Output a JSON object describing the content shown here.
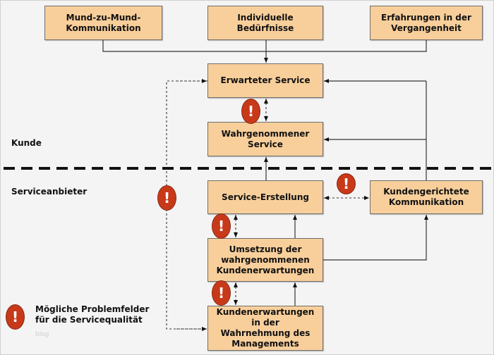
{
  "boxes": {
    "word_of_mouth": "Mund-zu-Mund-\nKommunikation",
    "personal_needs": "Individuelle\nBedürfnisse",
    "past_experience": "Erfahrungen in der\nVergangenheit",
    "expected_service": "Erwarteter Service",
    "perceived_service": "Wahrgenommener\nService",
    "service_delivery": "Service-Erstellung",
    "customer_communication": "Kundengerichtete\nKommunikation",
    "translation": "Umsetzung der\nwahrgenommenen\nKundenerwartungen",
    "management_perception": "Kundenerwartungen\nin der\nWahrnehmung des\nManagements"
  },
  "zones": {
    "customer": "Kunde",
    "provider": "Serviceanbieter"
  },
  "legend": {
    "icon": "exclamation-icon",
    "text": "Mögliche Problemfelder\nfür die Servicequalität"
  },
  "warning_symbol": "!",
  "watermark": "blog",
  "colors": {
    "box_fill": "#f8cf9b",
    "warning": "#c8391a",
    "background": "#f4f4f4"
  }
}
